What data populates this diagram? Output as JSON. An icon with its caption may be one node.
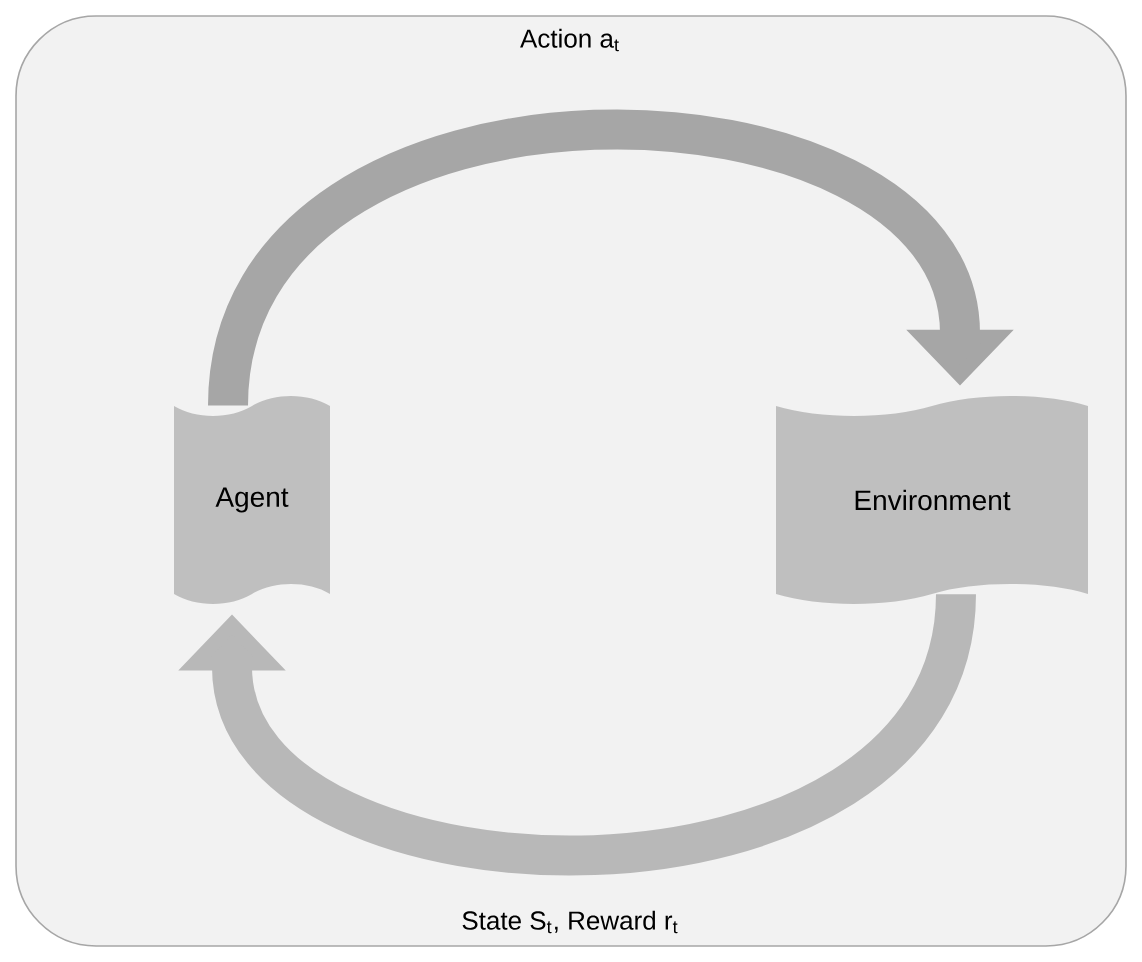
{
  "diagram": {
    "nodes": [
      {
        "text": [
          "Agent"
        ]
      },
      {
        "text": [
          "Environment"
        ]
      }
    ],
    "edges": [
      {
        "from": 0,
        "to": 1,
        "arrow": "to",
        "label": "Action a$_{t}$"
      },
      {
        "from": 1,
        "to": 0,
        "arrow": "to",
        "label": "State S$_{t}$, Reward r$_{t}$"
      }
    ]
  }
}
